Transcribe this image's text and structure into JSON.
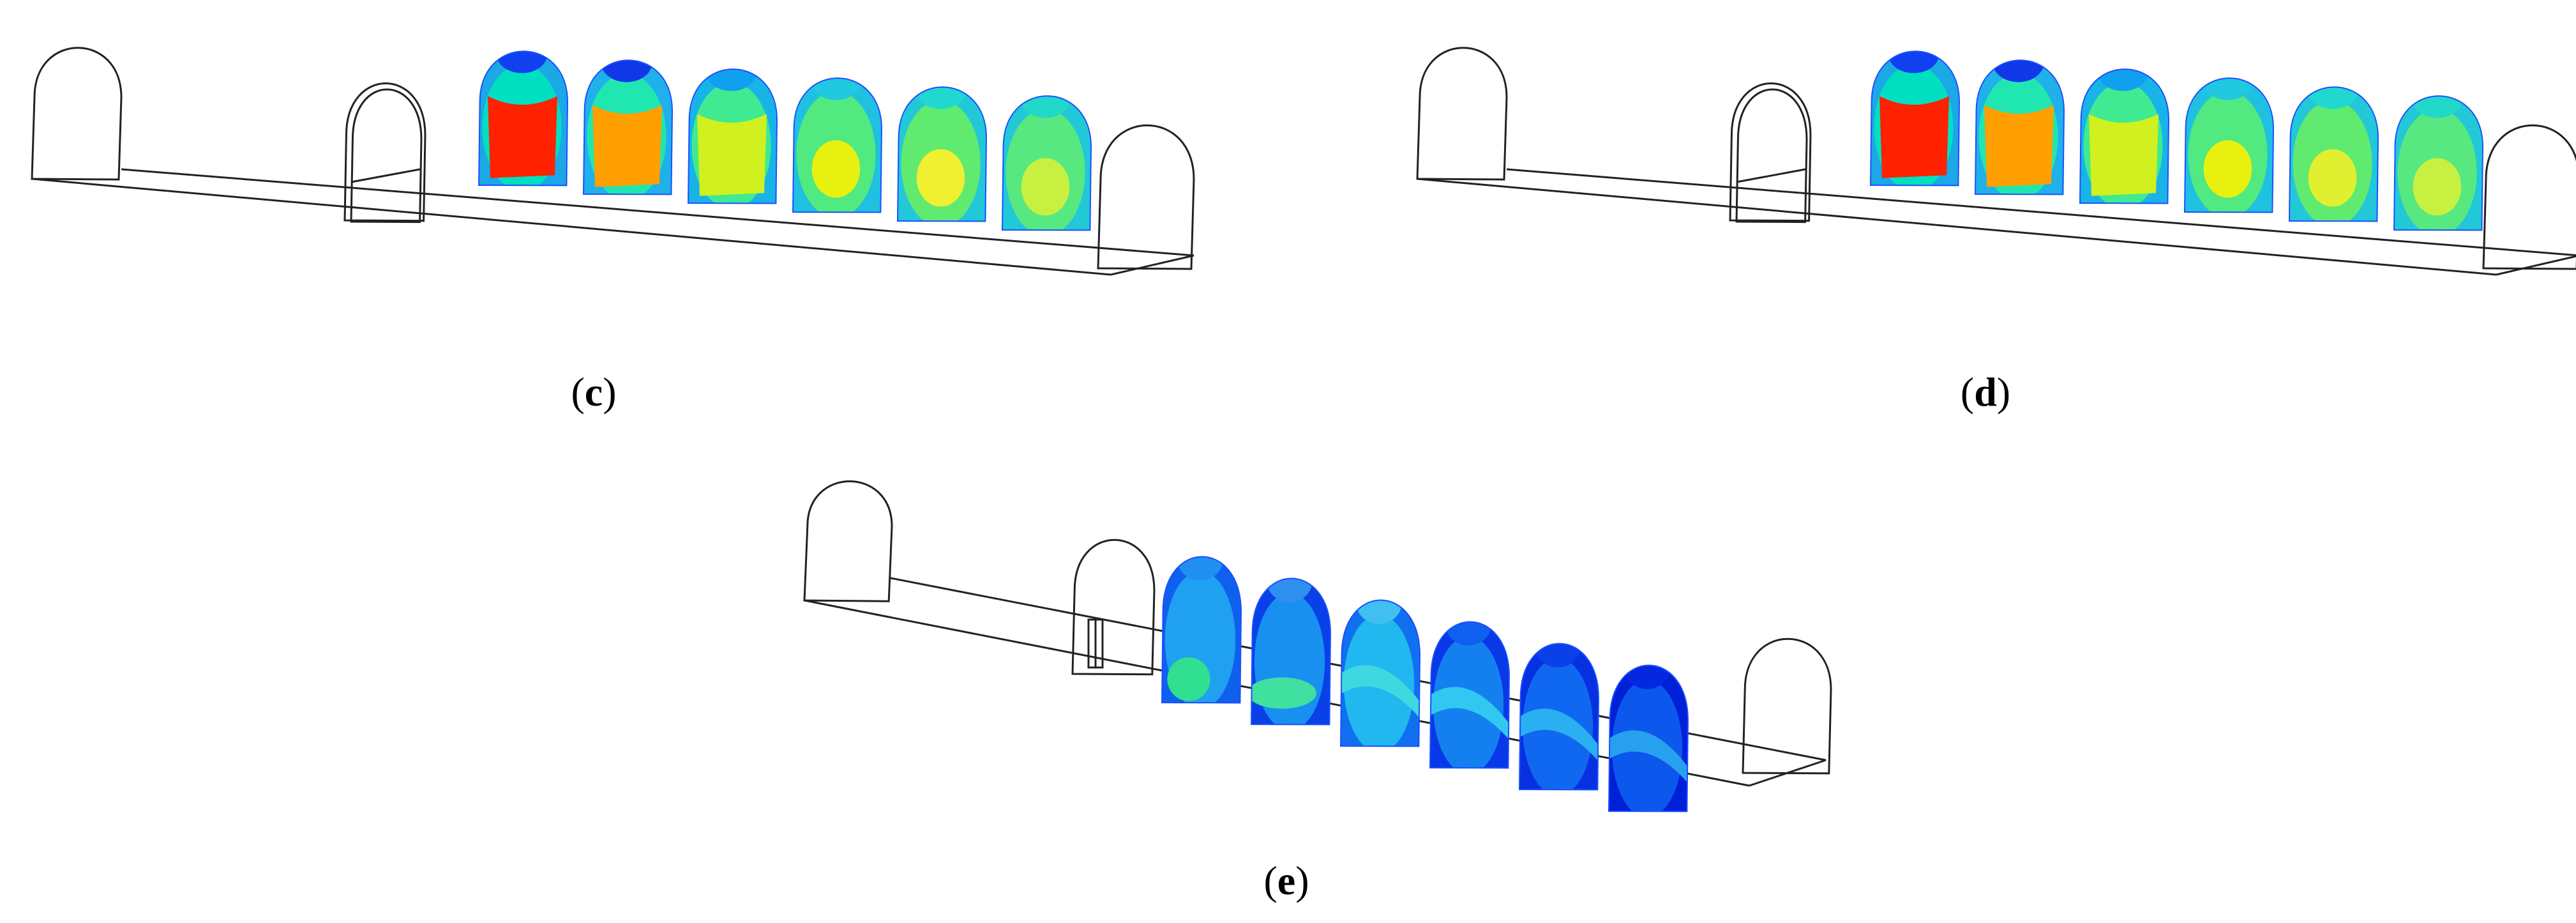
{
  "panels": [
    {
      "id": "c",
      "label": "(c)",
      "letter": "c",
      "tunnel_door": "open-frame",
      "slices": [
        {
          "outer": "#1ca7e6",
          "mid": "#00e0c0",
          "core": "#ff2200",
          "core_shape": "rect",
          "top": "#1040f0"
        },
        {
          "outer": "#20b0ea",
          "mid": "#20e6b0",
          "core": "#ffa000",
          "core_shape": "rect",
          "top": "#1038e8"
        },
        {
          "outer": "#18b4e8",
          "mid": "#40ea90",
          "core": "#d0f020",
          "core_shape": "rect",
          "top": "#10a0f0"
        },
        {
          "outer": "#20c0e0",
          "mid": "#50ea80",
          "core": "#e8f010",
          "core_shape": "blob",
          "top": "#20c8e0"
        },
        {
          "outer": "#22c8d8",
          "mid": "#60ea70",
          "core": "#f0f030",
          "core_shape": "blob",
          "top": "#20d8d0"
        },
        {
          "outer": "#22c8d8",
          "mid": "#58e880",
          "core": "#c8f040",
          "core_shape": "blob",
          "top": "#22d8c8"
        }
      ]
    },
    {
      "id": "d",
      "label": "(d)",
      "letter": "d",
      "tunnel_door": "open-frame",
      "slices": [
        {
          "outer": "#1ca7e6",
          "mid": "#00e0c0",
          "core": "#ff2200",
          "core_shape": "rect",
          "top": "#1040f0"
        },
        {
          "outer": "#20b0ea",
          "mid": "#20e6b0",
          "core": "#ffa000",
          "core_shape": "rect",
          "top": "#1038e8"
        },
        {
          "outer": "#18b4e8",
          "mid": "#40ea90",
          "core": "#d0f020",
          "core_shape": "rect",
          "top": "#10a0f0"
        },
        {
          "outer": "#20c0e0",
          "mid": "#50ea80",
          "core": "#e8f010",
          "core_shape": "blob",
          "top": "#20c8e0"
        },
        {
          "outer": "#22c8d8",
          "mid": "#60ea70",
          "core": "#e0f030",
          "core_shape": "blob",
          "top": "#20d8d0"
        },
        {
          "outer": "#22c8d8",
          "mid": "#58e880",
          "core": "#c8f040",
          "core_shape": "blob",
          "top": "#22d8c8"
        }
      ]
    },
    {
      "id": "e",
      "label": "(e)",
      "letter": "e",
      "tunnel_door": "narrow-door",
      "slices": [
        {
          "outer": "#1060f0",
          "mid": "#20a0f0",
          "core": "#30e090",
          "core_shape": "low-blob",
          "top": "#2090f0"
        },
        {
          "outer": "#0a40e8",
          "mid": "#1890f0",
          "core": "#40e0a0",
          "core_shape": "low-band",
          "top": "#3090f0"
        },
        {
          "outer": "#1070f0",
          "mid": "#20b8ee",
          "core": "#40d8e0",
          "core_shape": "band",
          "top": "#40c0f0"
        },
        {
          "outer": "#0838e8",
          "mid": "#1480f0",
          "core": "#30c8f0",
          "core_shape": "band",
          "top": "#1060f0"
        },
        {
          "outer": "#0630e0",
          "mid": "#1068f0",
          "core": "#2ab0f0",
          "core_shape": "band",
          "top": "#0a40e8"
        },
        {
          "outer": "#0020d8",
          "mid": "#0c58ec",
          "core": "#28a0f0",
          "core_shape": "band",
          "top": "#0428e0"
        }
      ]
    }
  ]
}
